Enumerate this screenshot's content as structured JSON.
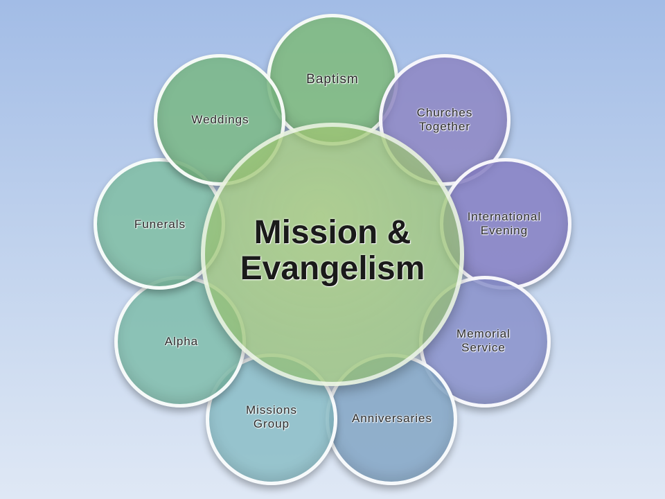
{
  "diagram": {
    "center": {
      "title": "Mission &\nEvangelism",
      "color": "#9cc47e"
    },
    "nodes": [
      {
        "label": "Baptism",
        "color": "#7fba78"
      },
      {
        "label": "Churches\nTogether",
        "color": "#8f86c2"
      },
      {
        "label": "International\nEvening",
        "color": "#8b82c3"
      },
      {
        "label": "Memorial\nService",
        "color": "#8a90c8"
      },
      {
        "label": "Anniversaries",
        "color": "#86a6c4"
      },
      {
        "label": "Missions\nGroup",
        "color": "#8bbcc4"
      },
      {
        "label": "Alpha",
        "color": "#7fbda9"
      },
      {
        "label": "Funerals",
        "color": "#82c0a5"
      },
      {
        "label": "Weddings",
        "color": "#7cbb86"
      }
    ]
  }
}
